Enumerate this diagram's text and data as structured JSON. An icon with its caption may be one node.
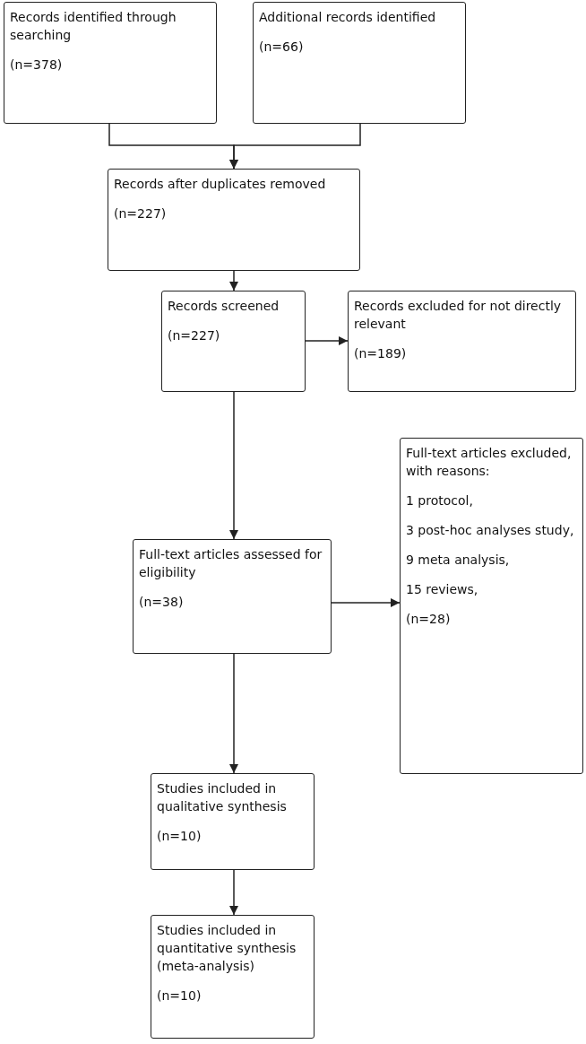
{
  "diagram": {
    "nodes": [
      {
        "text": [
          "Records identified through searching",
          "(n=378)"
        ]
      },
      {
        "text": [
          "Additional records identified",
          "(n=66)"
        ]
      },
      {
        "text": [
          "Records after duplicates removed",
          "(n=227)"
        ]
      },
      {
        "text": [
          "Records screened",
          "(n=227)"
        ]
      },
      {
        "text": [
          "Records excluded for not directly relevant",
          "(n=189)"
        ]
      },
      {
        "text": [
          "Full-text articles excluded, with reasons:",
          "1 protocol,",
          "3 post-hoc analyses study,",
          "9 meta analysis,",
          "15 reviews,",
          "(n=28)"
        ]
      },
      {
        "text": [
          "Full-text articles assessed for eligibility",
          "(n=38)"
        ]
      },
      {
        "text": [
          "Studies included in qualitative synthesis",
          "(n=10)"
        ]
      },
      {
        "text": [
          "Studies included in quantitative synthesis (meta-analysis)",
          "(n=10)"
        ]
      }
    ],
    "edges": [
      {
        "from": 0,
        "to": 2,
        "arrow": "to"
      },
      {
        "from": 1,
        "to": 2,
        "arrow": "to"
      },
      {
        "from": 2,
        "to": 3,
        "arrow": "to"
      },
      {
        "from": 3,
        "to": 4,
        "arrow": "to"
      },
      {
        "from": 3,
        "to": 6,
        "arrow": "to"
      },
      {
        "from": 6,
        "to": 5,
        "arrow": "to"
      },
      {
        "from": 6,
        "to": 7,
        "arrow": "to"
      },
      {
        "from": 7,
        "to": 8,
        "arrow": "to"
      }
    ]
  }
}
